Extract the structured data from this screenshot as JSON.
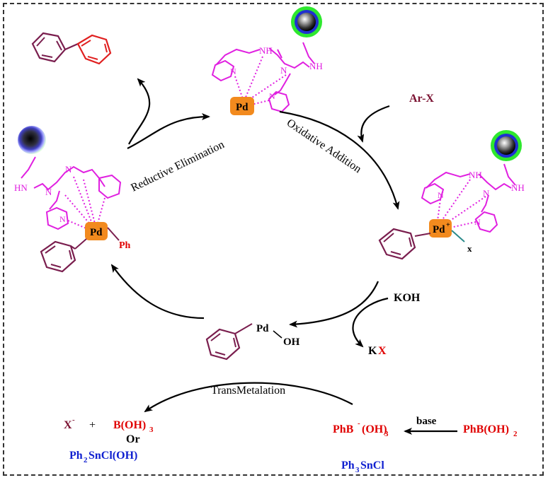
{
  "labels": {
    "pd": "Pd",
    "pd_plus": "Pd",
    "pd_plus_sup": "+",
    "pd_oh": "Pd",
    "oh": "OH",
    "nh": "NH",
    "hn": "HN",
    "n": "N",
    "ph": "Ph",
    "x_small": "x",
    "ar_x": "Ar-X",
    "koh": "KOH",
    "kx_k": "K",
    "kx_x": "X",
    "reductive_elimination": "Reductive Elimination",
    "oxidative_addition": "Oxidative Addition",
    "transmetalation": "TransMetalation",
    "x_minus": "X",
    "x_minus_sup": "-",
    "plus": "+",
    "boh3": "B(OH)",
    "boh3_sub": "3",
    "or": "Or",
    "ph2sncl_ph": "Ph",
    "ph2sncl_sub": "2",
    "ph2sncl_rest": "SnCl(OH)",
    "phb_left": "PhB",
    "phb_sup": "-",
    "phb_right": "(OH)",
    "phb_sub": "3",
    "base": "base",
    "phboh2": "PhB(OH)",
    "phboh2_sub": "2",
    "ph3sncl_ph": "Ph",
    "ph3sncl_sub": "3",
    "ph3sncl_rest": "SnCl"
  },
  "colors": {
    "ligand": "#e020e0",
    "pd_fill": "#f28a1e",
    "ring_dark": "#7a1e4e",
    "ring_red": "#e02020",
    "red_text": "#e00000",
    "blue_text": "#1020d0",
    "dark_text": "#7a1030",
    "teal": "#2a8a8a",
    "arrow": "#000000"
  },
  "icons": [
    "nanoparticle-sphere-icon",
    "benzene-ring-icon",
    "curved-arrow-icon"
  ]
}
